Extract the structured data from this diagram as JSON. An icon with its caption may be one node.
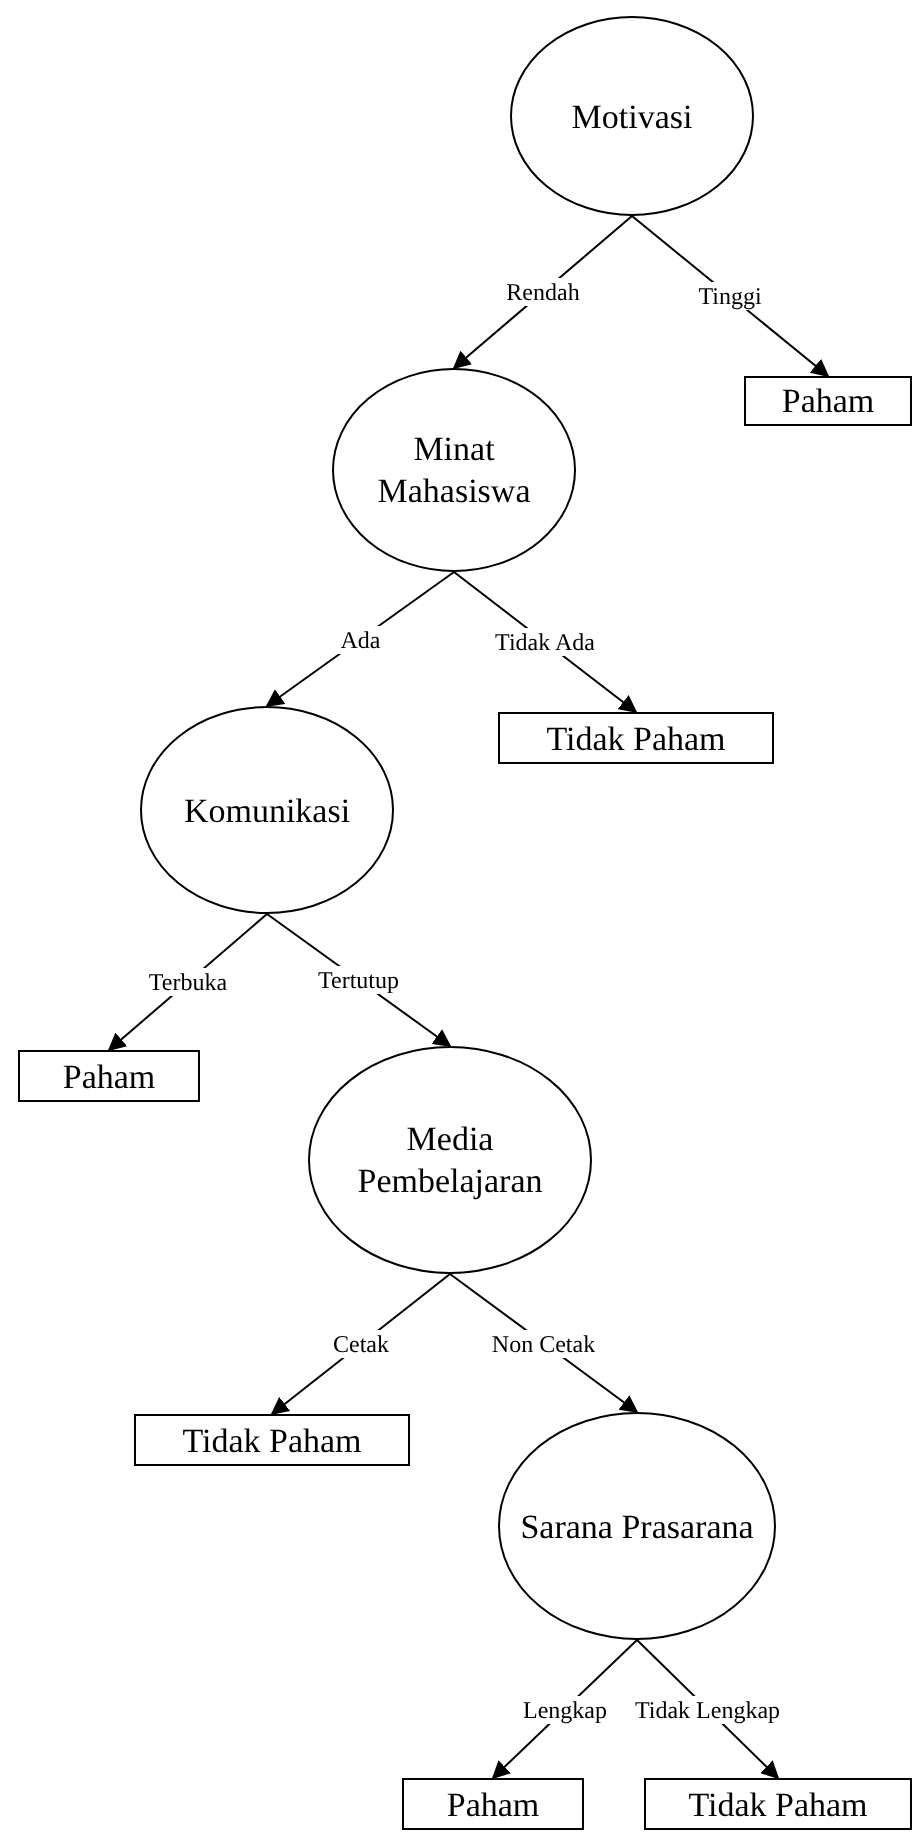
{
  "diagram": {
    "nodes": [
      {
        "text": [
          "Motivasi"
        ]
      },
      {
        "text": [
          "Paham"
        ]
      },
      {
        "text": [
          "Minat Mahasiswa"
        ]
      },
      {
        "text": [
          "Tidak Paham"
        ]
      },
      {
        "text": [
          "Komunikasi"
        ]
      },
      {
        "text": [
          "Paham"
        ]
      },
      {
        "text": [
          "Media Pembelajaran"
        ]
      },
      {
        "text": [
          "Tidak Paham"
        ]
      },
      {
        "text": [
          "Sarana Prasarana"
        ]
      },
      {
        "text": [
          "Paham"
        ]
      },
      {
        "text": [
          "Tidak Paham"
        ]
      }
    ],
    "edges": [
      {
        "from": 0,
        "to": 2,
        "arrow": "to",
        "label": "Rendah"
      },
      {
        "from": 0,
        "to": 1,
        "arrow": "to",
        "label": "Tinggi"
      },
      {
        "from": 2,
        "to": 4,
        "arrow": "to",
        "label": "Ada"
      },
      {
        "from": 2,
        "to": 3,
        "arrow": "to",
        "label": "Tidak Ada"
      },
      {
        "from": 4,
        "to": 5,
        "arrow": "to",
        "label": "Terbuka"
      },
      {
        "from": 4,
        "to": 6,
        "arrow": "to",
        "label": "Tertutup"
      },
      {
        "from": 6,
        "to": 7,
        "arrow": "to",
        "label": "Cetak"
      },
      {
        "from": 6,
        "to": 8,
        "arrow": "to",
        "label": "Non Cetak"
      },
      {
        "from": 8,
        "to": 9,
        "arrow": "to",
        "label": "Lengkap"
      },
      {
        "from": 8,
        "to": 10,
        "arrow": "to",
        "label": "Tidak Lengkap"
      }
    ]
  }
}
